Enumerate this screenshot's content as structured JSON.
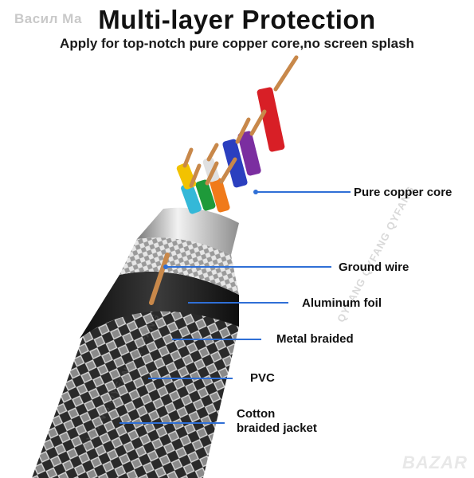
{
  "header": {
    "title": "Multi-layer Protection",
    "subtitle": "Apply for top-notch pure copper core,no screen splash"
  },
  "watermarks": {
    "user_text": "Васил Ма",
    "diagonal_text": "QYFANG QYFANG QYFANG",
    "corner_logo": "BAZAR"
  },
  "callouts": [
    {
      "name": "pure-copper-core",
      "label": "Pure copper core"
    },
    {
      "name": "ground-wire",
      "label": "Ground wire"
    },
    {
      "name": "aluminum-foil",
      "label": "Aluminum foil"
    },
    {
      "name": "metal-braided",
      "label": "Metal braided"
    },
    {
      "name": "pvc",
      "label": "PVC"
    },
    {
      "name": "cotton-braided-jacket",
      "label_line1": "Cotton",
      "label_line2": "braided jacket"
    }
  ],
  "colors": {
    "callout_line": "#2f6fd6",
    "copper": "#c8884a",
    "red": "#d81f26",
    "blue": "#2b3fbf",
    "green": "#1e9a3a",
    "orange": "#f07a1a",
    "yellow": "#f2c200",
    "cyan": "#34b8d8",
    "jacket": "#1b1b1b"
  }
}
